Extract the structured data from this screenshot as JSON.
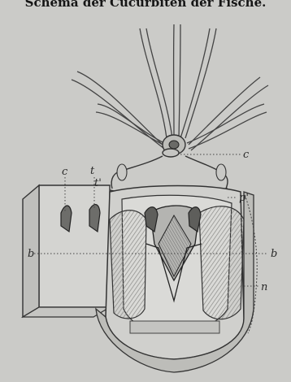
{
  "header": {
    "caption": "Schema der Cucurbiten der Fische."
  },
  "labels": {
    "c_left": "c",
    "t": "t",
    "t_prime": "t'",
    "c_right": "c",
    "p_prime": "p'",
    "b_left": "b",
    "b_right": "b",
    "n": "n"
  },
  "colors": {
    "paper": "#cbcbc8",
    "ink": "#2a2a2a",
    "hatch": "#8d8d8a"
  }
}
